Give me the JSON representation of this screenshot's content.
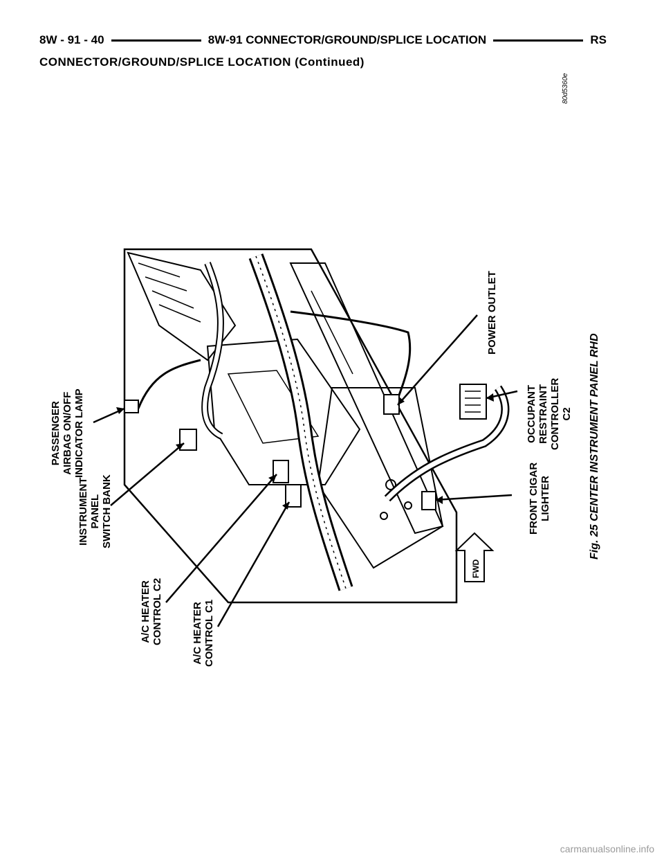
{
  "header": {
    "page_number": "8W - 91 - 40",
    "section_title": "8W-91 CONNECTOR/GROUND/SPLICE LOCATION",
    "model_code": "RS"
  },
  "subtitle": "CONNECTOR/GROUND/SPLICE LOCATION (Continued)",
  "figure": {
    "image_id": "80d5360e",
    "caption": "Fig. 25 CENTER INSTRUMENT PANEL RHD",
    "fwd_label": "FWD",
    "callouts": {
      "passenger_airbag": "PASSENGER\nAIRBAG ON/OFF\nINDICATOR LAMP",
      "instrument_panel": "INSTRUMENT\nPANEL\nSWITCH BANK",
      "ac_heater_c2": "A/C HEATER\nCONTROL C2",
      "ac_heater_c1": "A/C HEATER\nCONTROL C1",
      "front_cigar": "FRONT CIGAR\nLIGHTER",
      "occupant_restraint": "OCCUPANT\nRESTRAINT\nCONTROLLER\nC2",
      "power_outlet": "POWER OUTLET"
    }
  },
  "watermark": "carmanualsonline.info"
}
